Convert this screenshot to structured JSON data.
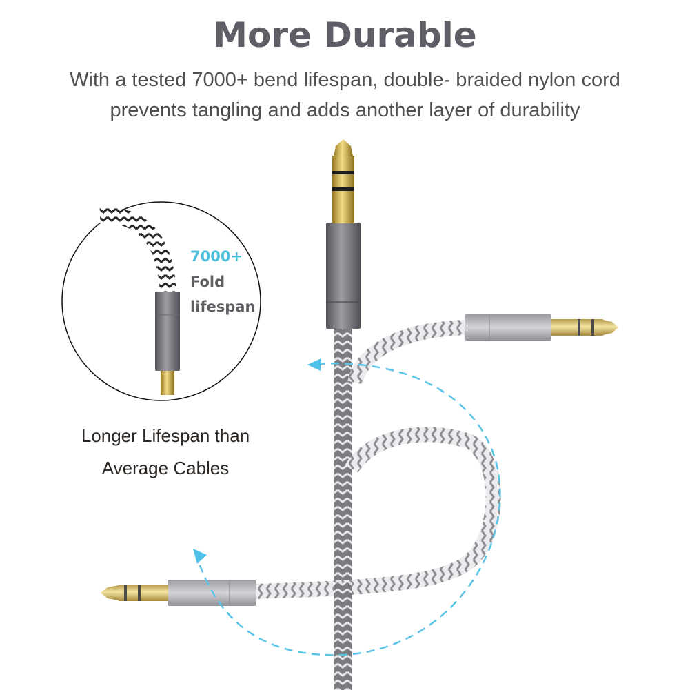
{
  "header": {
    "title": "More Durable",
    "subtitle_line1": "With a tested 7000+ bend lifespan, double- braided nylon cord",
    "subtitle_line2": "prevents tangling and adds another layer of durability"
  },
  "callout": {
    "count": "7000+",
    "line2": "Fold",
    "line3": "lifespan"
  },
  "caption": {
    "line1": "Longer Lifespan than",
    "line2": "Average Cables"
  },
  "colors": {
    "title": "#5f5e66",
    "accent_cyan": "#4fc0dc",
    "arrow_blue": "#5bc4e6",
    "plug_gold": "#c9a640",
    "housing_gray": "#8a8a90"
  },
  "icons": [
    "rotate-arrow-icon-top",
    "rotate-arrow-icon-bottom"
  ]
}
